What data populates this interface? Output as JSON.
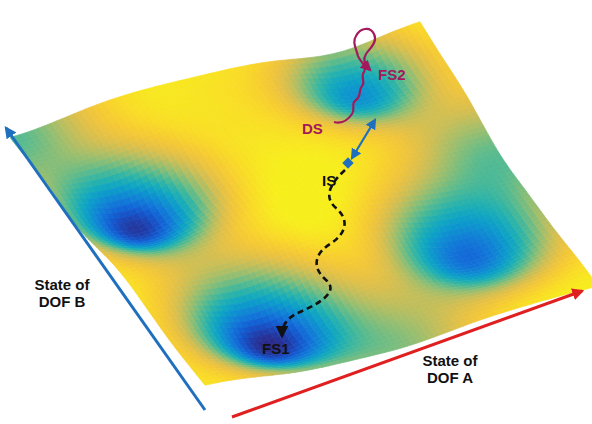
{
  "diagram": {
    "labels": [
      "IS",
      "DS",
      "FS1",
      "FS2",
      "State of DOF B",
      "State of DOF A"
    ]
  }
}
